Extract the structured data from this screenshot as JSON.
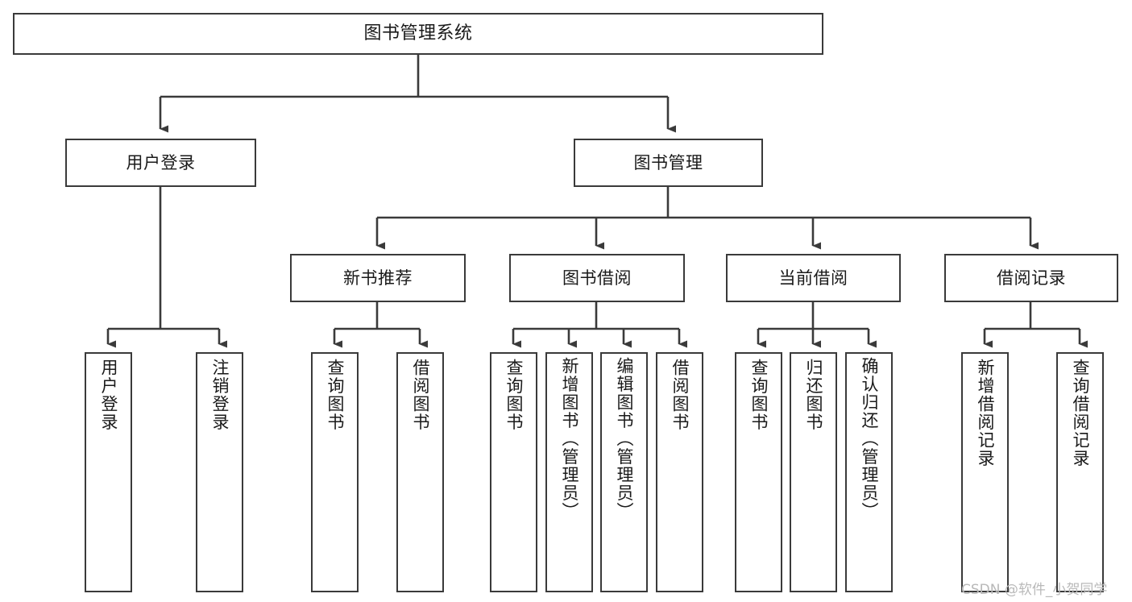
{
  "diagram": {
    "title": "图书管理系统",
    "type": "tree-hierarchy",
    "watermark": "CSDN @软件_小贺同学",
    "colors": {
      "background": "#ffffff",
      "node_border": "#3a3a3a",
      "node_fill": "#ffffff",
      "edge": "#3a3a3a",
      "text": "#1a1a1a",
      "watermark": "#b9b9b9"
    },
    "root": {
      "label": "图书管理系统"
    },
    "level2": [
      {
        "label": "用户登录"
      },
      {
        "label": "图书管理"
      }
    ],
    "level3": [
      {
        "label": "新书推荐"
      },
      {
        "label": "图书借阅"
      },
      {
        "label": "当前借阅"
      },
      {
        "label": "借阅记录"
      }
    ],
    "leaves": {
      "user_login": [
        {
          "label": "用户登录"
        },
        {
          "label": "注销登录"
        }
      ],
      "new_book_recommend": [
        {
          "label": "查询图书"
        },
        {
          "label": "借阅图书"
        }
      ],
      "book_borrow": [
        {
          "label": "查询图书"
        },
        {
          "label": "新增图书（管理员）"
        },
        {
          "label": "编辑图书（管理员）"
        },
        {
          "label": "借阅图书"
        }
      ],
      "current_borrow": [
        {
          "label": "查询图书"
        },
        {
          "label": "归还图书"
        },
        {
          "label": "确认归还（管理员）"
        }
      ],
      "borrow_record": [
        {
          "label": "新增借阅记录"
        },
        {
          "label": "查询借阅记录"
        }
      ]
    }
  }
}
